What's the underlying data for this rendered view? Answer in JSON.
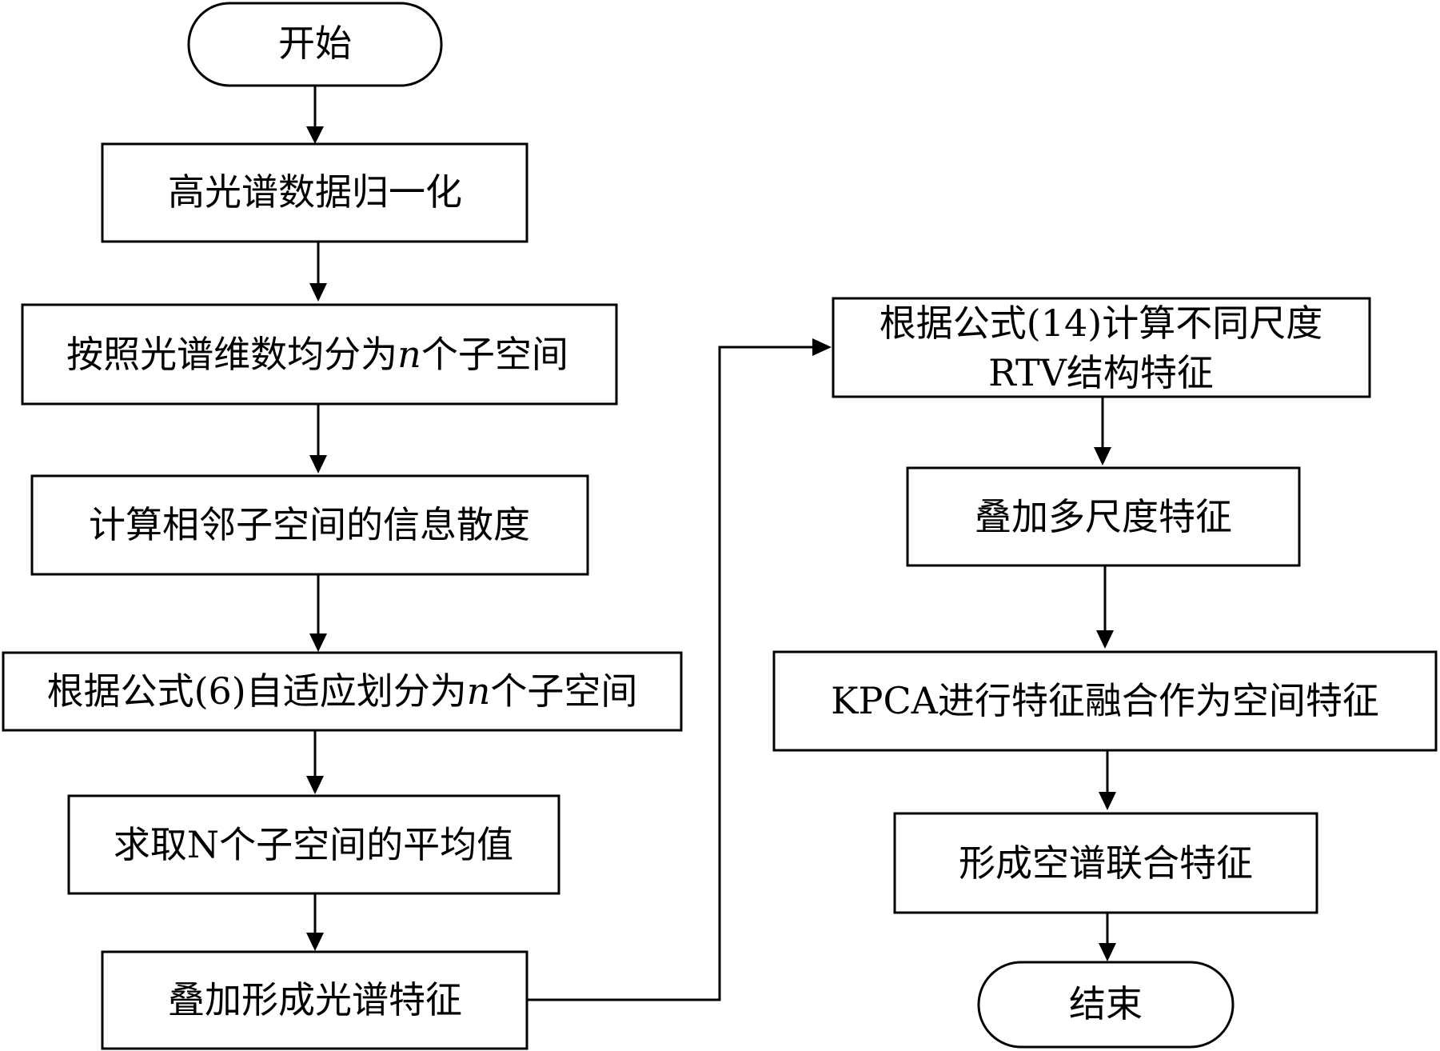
{
  "nodes": {
    "start": "开始",
    "normalize": "高光谱数据归一化",
    "split_pre": "按照光谱维数均分为",
    "split_var": "n",
    "split_post": "个子空间",
    "divergence": "计算相邻子空间的信息散度",
    "adaptive_pre": "根据公式(6)自适应划分为",
    "adaptive_var": "n",
    "adaptive_post": "个子空间",
    "mean": "求取N个子空间的平均值",
    "spectral": "叠加形成光谱特征",
    "rtv_line1": "根据公式(14)计算不同尺度",
    "rtv_line2": "RTV结构特征",
    "multiscale": "叠加多尺度特征",
    "kpca": "KPCA进行特征融合作为空间特征",
    "joint": "形成空谱联合特征",
    "end": "结束"
  }
}
